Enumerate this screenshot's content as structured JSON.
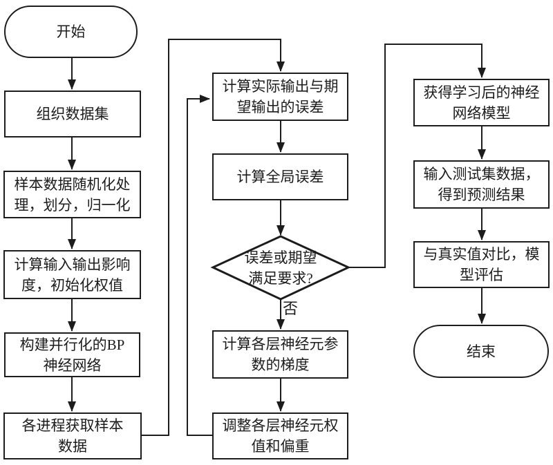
{
  "flowchart": {
    "colors": {
      "line": "#1c1c1c",
      "node_fill": "#ffffff",
      "background": "#ffffff",
      "text": "#1c1c1c"
    },
    "nodes": {
      "start": {
        "label": "开始"
      },
      "organize_dataset": {
        "label": "组织数据集"
      },
      "randomize_split_normalize": {
        "label": "样本数据随机化处\n理，划分，归一化"
      },
      "compute_io_influence_init_weights": {
        "label": "计算输入输出影响\n度，初始化权值"
      },
      "build_parallel_bp_network": {
        "label": "构建并行化的BP\n神经网络"
      },
      "processes_get_sample_data": {
        "label": "各进程获取样本\n数据"
      },
      "compute_actual_vs_expected_error": {
        "label": "计算实际输出与期\n望输出的误差"
      },
      "compute_global_error": {
        "label": "计算全局误差"
      },
      "decision_error_meets_requirement": {
        "label": "误差或期望\n满足要求?"
      },
      "compute_neuron_gradients": {
        "label": "计算各层神经元参\n数的梯度"
      },
      "adjust_weights_and_bias": {
        "label": "调整各层神经元权\n值和偏重"
      },
      "get_trained_network_model": {
        "label": "获得学习后的神经\n网络模型"
      },
      "input_test_data_get_predictions": {
        "label": "输入测试集数据，\n得到预测结果"
      },
      "compare_with_truth_evaluate_model": {
        "label": "与真实值对比，模\n型评估"
      },
      "end": {
        "label": "结束"
      }
    },
    "edge_labels": {
      "no": "否"
    }
  }
}
